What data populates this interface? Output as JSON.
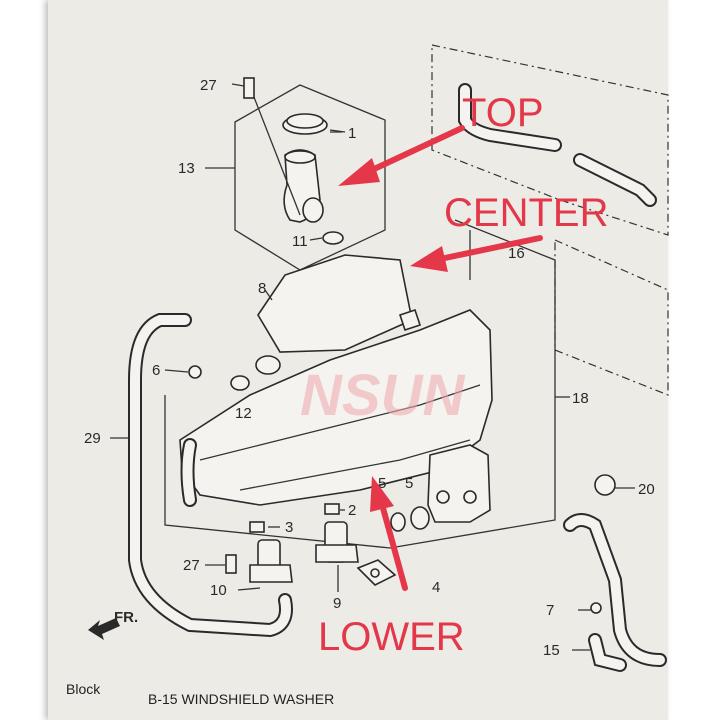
{
  "callouts": {
    "top": "TOP",
    "center": "CENTER",
    "lower": "LOWER"
  },
  "watermark": "NSUN",
  "footer": {
    "block_label": "Block",
    "block_code": "B-15 WINDSHIELD WASHER"
  },
  "direction_label": "FR.",
  "part_numbers": {
    "p1": "1",
    "p2": "2",
    "p3": "3",
    "p4": "4",
    "p5a": "5",
    "p5b": "5",
    "p6": "6",
    "p7": "7",
    "p8": "8",
    "p9": "9",
    "p10": "10",
    "p11": "11",
    "p12": "12",
    "p13": "13",
    "p15": "15",
    "p16": "16",
    "p18": "18",
    "p20": "20",
    "p27a": "27",
    "p27b": "27",
    "p29": "29"
  },
  "colors": {
    "callout": "#e4384a",
    "paper": "#ecebe6",
    "ink": "#2a2a2a"
  }
}
